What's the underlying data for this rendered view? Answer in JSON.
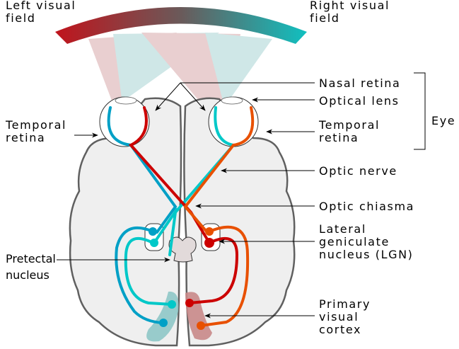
{
  "labels": {
    "left_visual_field": [
      "Left visual",
      "field"
    ],
    "right_visual_field": [
      "Right visual",
      "field"
    ],
    "nasal_retina": "Nasal retina",
    "optical_lens": "Optical lens",
    "temporal_retina_left": [
      "Temporal",
      "retina"
    ],
    "temporal_retina_right": [
      "Temporal",
      "retina"
    ],
    "eye": "Eye",
    "optic_nerve": "Optic nerve",
    "optic_chiasma": "Optic chiasma",
    "lgn": [
      "Lateral",
      "geniculate",
      "nucleus (LGN)"
    ],
    "pretectal_nucleus": [
      "Pretectal",
      "nucleus"
    ],
    "primary_visual_cortex": [
      "Primary",
      "visual",
      "cortex"
    ]
  },
  "colors": {
    "left_field": "#c0141c",
    "right_field": "#10bfbf",
    "blue_path": "#00a0c6",
    "cyan_path": "#00c8c8",
    "red_path": "#cc0000",
    "orange_path": "#e85000",
    "brain_fill": "#efefef",
    "brain_stroke": "#606060"
  }
}
